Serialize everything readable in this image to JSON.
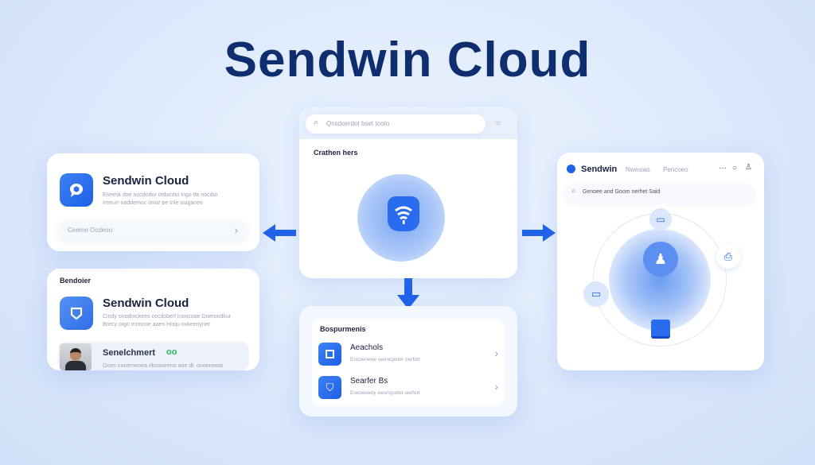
{
  "title": "Sendwin Cloud",
  "left_card_1": {
    "name": "Sendwin Cloud",
    "desc1": "Eseesk doe nocdodor otdocdoi Ingo tte nocdur",
    "desc2": "Ireeurr oaddemoc oroiz pe Inle ioagaceo",
    "input_placeholder": "Ceeme Ocdeoo"
  },
  "left_card_2": {
    "section": "Bendoier",
    "name": "Sendwin Cloud",
    "desc1": "Cindy onodmckees cecdoberl Inoncoae Doeroodkur",
    "desc2": "Brecy orgo moncoe aaen Hoqu nvkeenyrier",
    "user_name": "Senelchmert",
    "user_badge": "oo",
    "user_desc": "Ooes nuoerneoea ebosoeeno aoe dt. onoeneeat"
  },
  "center_top": {
    "search_placeholder": "Qnsdoerdot bset tooto",
    "heading": "Crathen hers"
  },
  "center_bottom": {
    "section": "Bospurmenis",
    "items": [
      {
        "label": "Aeachols",
        "desc": "Encoeneoe oeoncpoter oerfort"
      },
      {
        "label": "Searfer Bs",
        "desc": "Encoeoeoy eeoncpoter oerfort"
      }
    ]
  },
  "right_card": {
    "brand": "Sendwin",
    "nav": [
      "Nwesiao",
      "Pencoeo"
    ],
    "more": "···",
    "search_value": "Genoee and Goom nerhet Said"
  },
  "colors": {
    "accent": "#1f63ea",
    "title": "#0f2e6f"
  }
}
